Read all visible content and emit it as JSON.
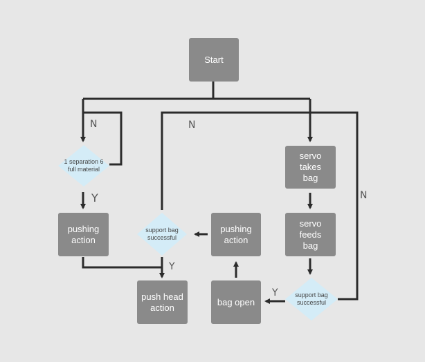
{
  "colors": {
    "background": "#e7e7e7",
    "process_fill": "#8a8a8a",
    "decision_fill": "#d4ecf7",
    "connector": "#2b2b2b"
  },
  "nodes": {
    "start": "Start",
    "servo_takes_bag": "servo takes bag",
    "servo_feeds_bag": "servo feeds bag",
    "bag_open": "bag open",
    "pushing_action_right": "pushing action",
    "pushing_action_left": "pushing action",
    "push_head_action": "push head action"
  },
  "decisions": {
    "full_material": "1 separation 6 full material",
    "support_bag_left": "support bag successful",
    "support_bag_right": "support bag successful"
  },
  "flow_labels": {
    "n_left": "N",
    "n_middle": "N",
    "n_right": "N",
    "y_left": "Y",
    "y_middle": "Y",
    "y_right": "Y"
  }
}
